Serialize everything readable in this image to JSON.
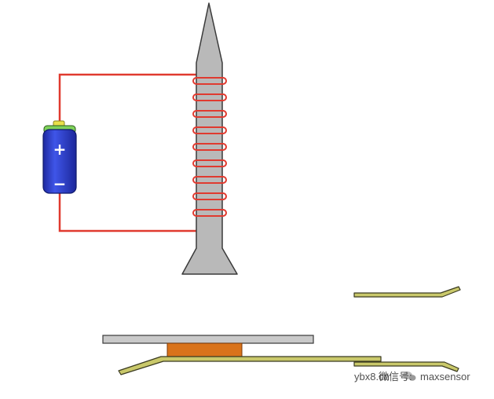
{
  "battery": {
    "positive_label": "+",
    "negative_label": "−"
  },
  "coil": {
    "turns": 9
  },
  "colors": {
    "wire": "#e03a2f",
    "nail": "#b9b9b9",
    "nail_outline": "#3a3a3a",
    "battery_body": "#2f3fcf",
    "battery_terminal": "#e9e04a",
    "armature": "#c9c9c9",
    "coil_block": "#d9731a",
    "contact_strip": "#c9c86a"
  },
  "watermark": {
    "site": "ybx8.cn",
    "account_prefix": "微信号:",
    "account": "maxsensor"
  }
}
